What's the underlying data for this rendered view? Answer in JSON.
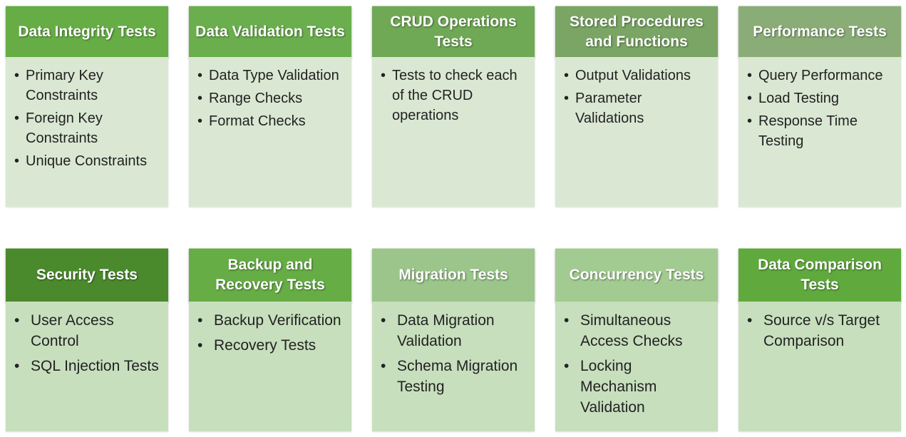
{
  "colors": {
    "card_body_fill": "#d9e8d2"
  },
  "rows": [
    {
      "cards": [
        {
          "title": "Data Integrity Tests",
          "header_color": "#66ad46",
          "body_color": "#dae8d3",
          "items": [
            "Primary Key Constraints",
            "Foreign Key Constraints",
            "Unique Constraints"
          ]
        },
        {
          "title": "Data Validation Tests",
          "header_color": "#6aae4d",
          "body_color": "#dae8d3",
          "items": [
            "Data Type Validation",
            "Range Checks",
            "Format Checks"
          ]
        },
        {
          "title": "CRUD Operations Tests",
          "header_color": "#70a955",
          "body_color": "#dae8d3",
          "items": [
            "Tests to check each of the CRUD operations"
          ]
        },
        {
          "title": "Stored Procedures and Functions",
          "header_color": "#7aa564",
          "body_color": "#dae8d3",
          "items": [
            "Output Validations",
            "Parameter Validations"
          ]
        },
        {
          "title": "Performance Tests",
          "header_color": "#8aad78",
          "body_color": "#dae8d3",
          "items": [
            "Query Performance",
            "Load Testing",
            "Response Time Testing"
          ]
        }
      ]
    },
    {
      "cards": [
        {
          "title": "Security Tests",
          "header_color": "#4a8a2d",
          "body_color": "#c7dfbd",
          "items": [
            "User Access Control",
            "SQL Injection Tests"
          ]
        },
        {
          "title": "Backup and Recovery Tests",
          "header_color": "#66ad46",
          "body_color": "#c7dfbd",
          "items": [
            "Backup Verification",
            "Recovery Tests"
          ]
        },
        {
          "title": "Migration Tests",
          "header_color": "#9bc58a",
          "body_color": "#c7dfbd",
          "items": [
            "Data Migration Validation",
            "Schema Migration Testing"
          ]
        },
        {
          "title": "Concurrency Tests",
          "header_color": "#a2cb91",
          "body_color": "#c7dfbd",
          "items": [
            "Simultaneous Access Checks",
            "Locking Mechanism Validation"
          ]
        },
        {
          "title": "Data Comparison Tests",
          "header_color": "#5fa93d",
          "body_color": "#c7dfbd",
          "items": [
            "Source v/s Target Comparison"
          ]
        }
      ]
    }
  ]
}
